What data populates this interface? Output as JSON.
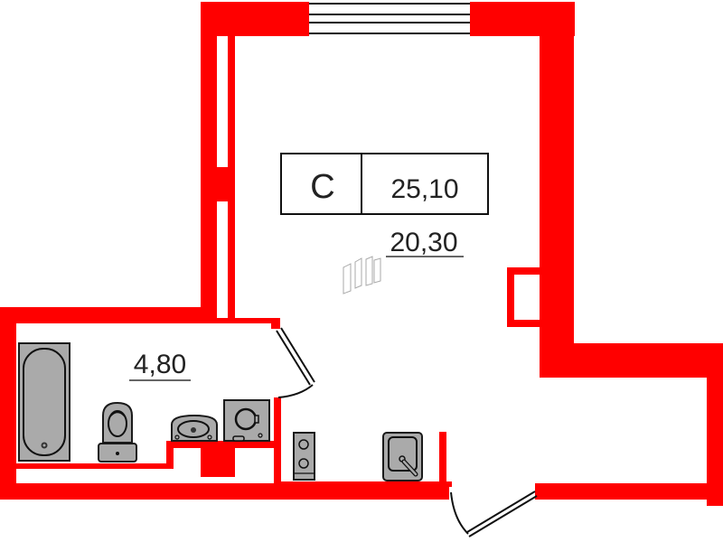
{
  "plan": {
    "type": "studio apartment floor plan",
    "wall_color": "#ff0000",
    "fixture_fill": "#aaaaaa",
    "apartment_badge": {
      "type_letter": "С",
      "total_area": "25,10"
    },
    "rooms": [
      {
        "name": "living-room",
        "area": "20,30"
      },
      {
        "name": "bathroom",
        "area": "4,80"
      }
    ],
    "fixtures": {
      "bathroom": [
        "bathtub-icon",
        "toilet-icon",
        "washbasin-icon",
        "washing-machine-icon"
      ],
      "kitchen": [
        "stove-icon",
        "kitchen-sink-icon"
      ],
      "other": [
        "wardrobe-icon",
        "window-icon",
        "entrance-door-icon",
        "bathroom-door-icon"
      ]
    }
  }
}
